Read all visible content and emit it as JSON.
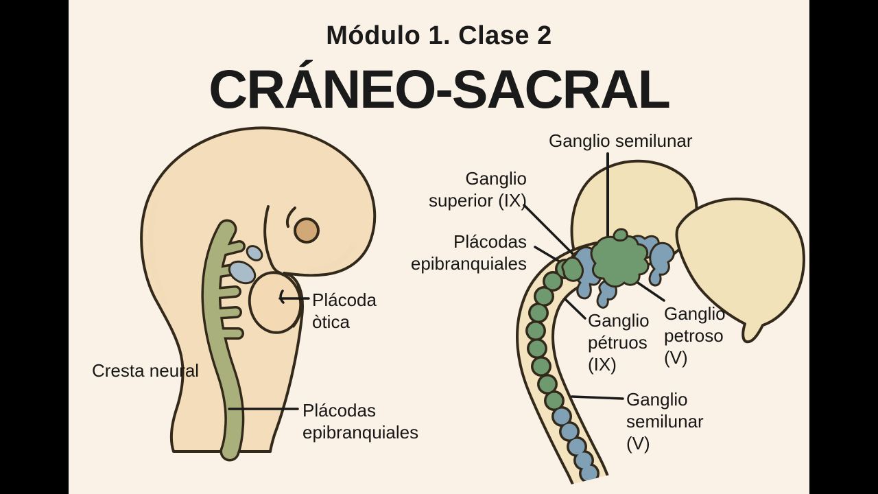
{
  "slide": {
    "kicker": "Módulo 1. Clase 2",
    "title": "CRÁNEO-SACRAL"
  },
  "left_diagram": {
    "labels": {
      "placoda_otica": "Plácoda\nòtica",
      "cresta_neural": "Cresta neural",
      "placodas_epibranquiales": "Plácodas\nepibranquiales"
    }
  },
  "right_diagram": {
    "labels": {
      "ganglio_semilunar_top": "Ganglio semilunar",
      "ganglio_superior": "Ganglio\nsuperior (IX)",
      "placodas_epibranquiales": "Plácodas\nepibranquiales",
      "ganglio_petruos": "Ganglio\npétruos\n(IX)",
      "ganglio_petroso": "Ganglio\npetroso\n(V)",
      "ganglio_semilunar_v": "Ganglio\nsemilunar\n(V)"
    }
  },
  "colors": {
    "letterbox": "#000000",
    "background": "#faf2e7",
    "outline_brown": "#33291b",
    "text": "#161616",
    "embryo_body": "#f4ddba",
    "brain_vesicle": "#f1e2ba",
    "neural_tube": "#f3e4bf",
    "crest_green_left": "#a9b07b",
    "ganglia_green_right": "#6f9a70",
    "placode_blue_left": "#a9bcc9",
    "ganglia_blue_right": "#7fa0b5",
    "eye_tan": "#d2a877"
  }
}
